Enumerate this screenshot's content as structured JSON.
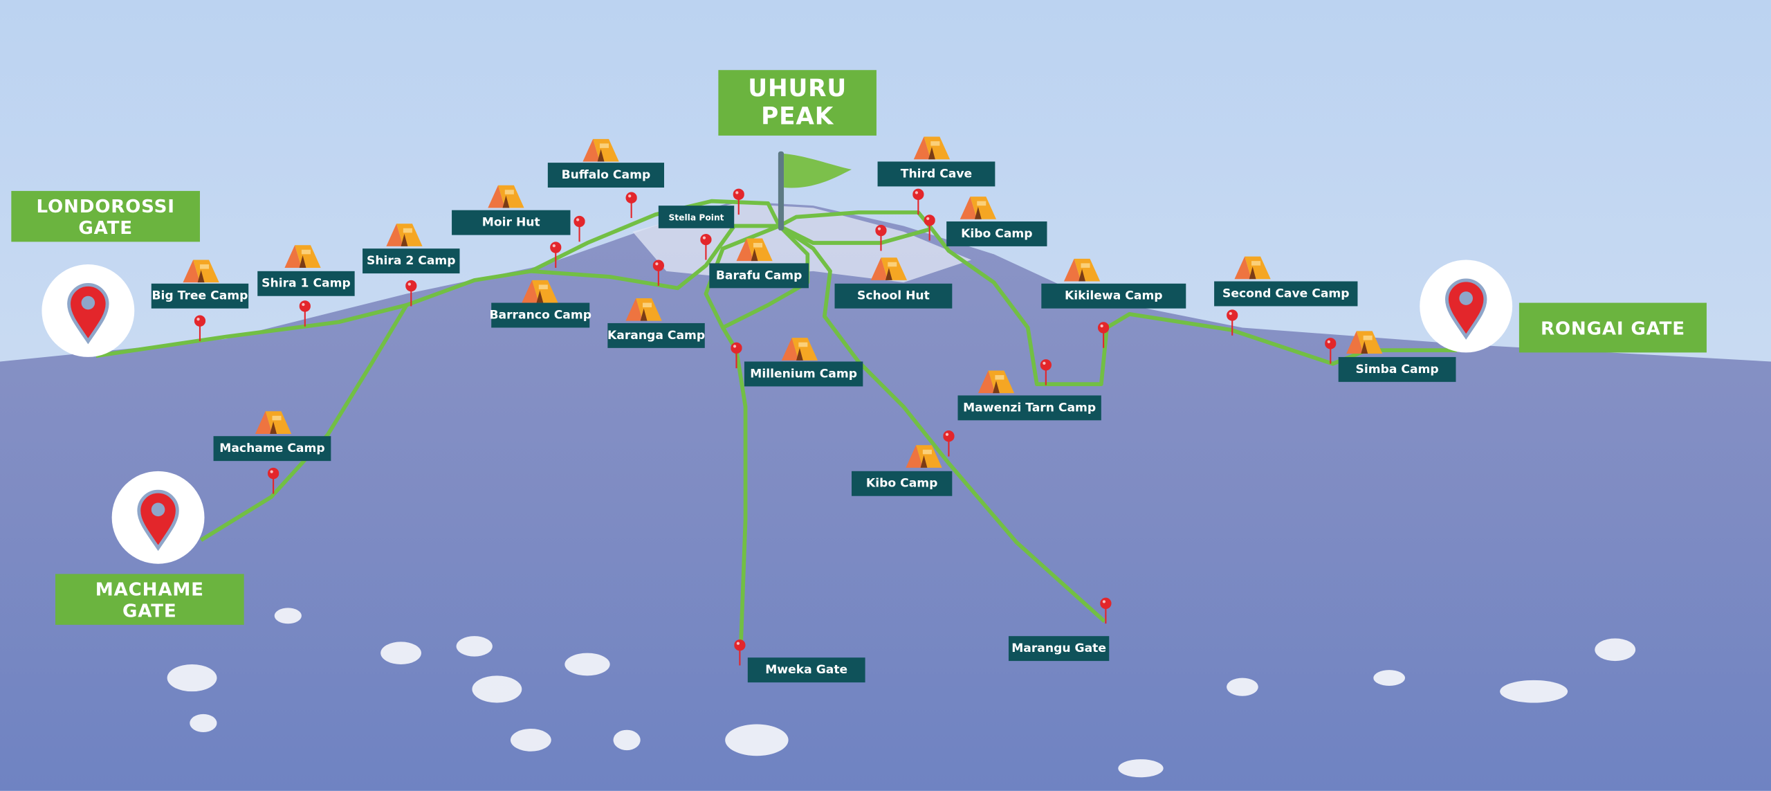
{
  "title": "Kilimanjaro Routes Map",
  "summit": {
    "line1": "UHURU",
    "line2": "PEAK"
  },
  "gates": {
    "londorossi": {
      "line1": "LONDOROSSI",
      "line2": "GATE"
    },
    "machame": {
      "line1": "MACHAME",
      "line2": "GATE"
    },
    "rongai": "RONGAI GATE"
  },
  "labels": [
    "Big Tree Camp",
    "Shira 1 Camp",
    "Shira 2 Camp",
    "Moir Hut",
    "Buffalo Camp",
    "Stella Point",
    "Barranco Camp",
    "Karanga Camp",
    "Barafu Camp",
    "Third Cave",
    "Kibo Camp",
    "School Hut",
    "Kikilewa Camp",
    "Second Cave Camp",
    "Simba Camp",
    "Millenium Camp",
    "Mawenzi Tarn Camp",
    "Kibo Camp",
    "Machame Camp",
    "Mweka Gate",
    "Marangu Gate"
  ],
  "colors": {
    "label_bg": "#0f525a",
    "gate_bg": "#6bb43f",
    "trail": "#72bf44",
    "pin": "#e3262b"
  }
}
